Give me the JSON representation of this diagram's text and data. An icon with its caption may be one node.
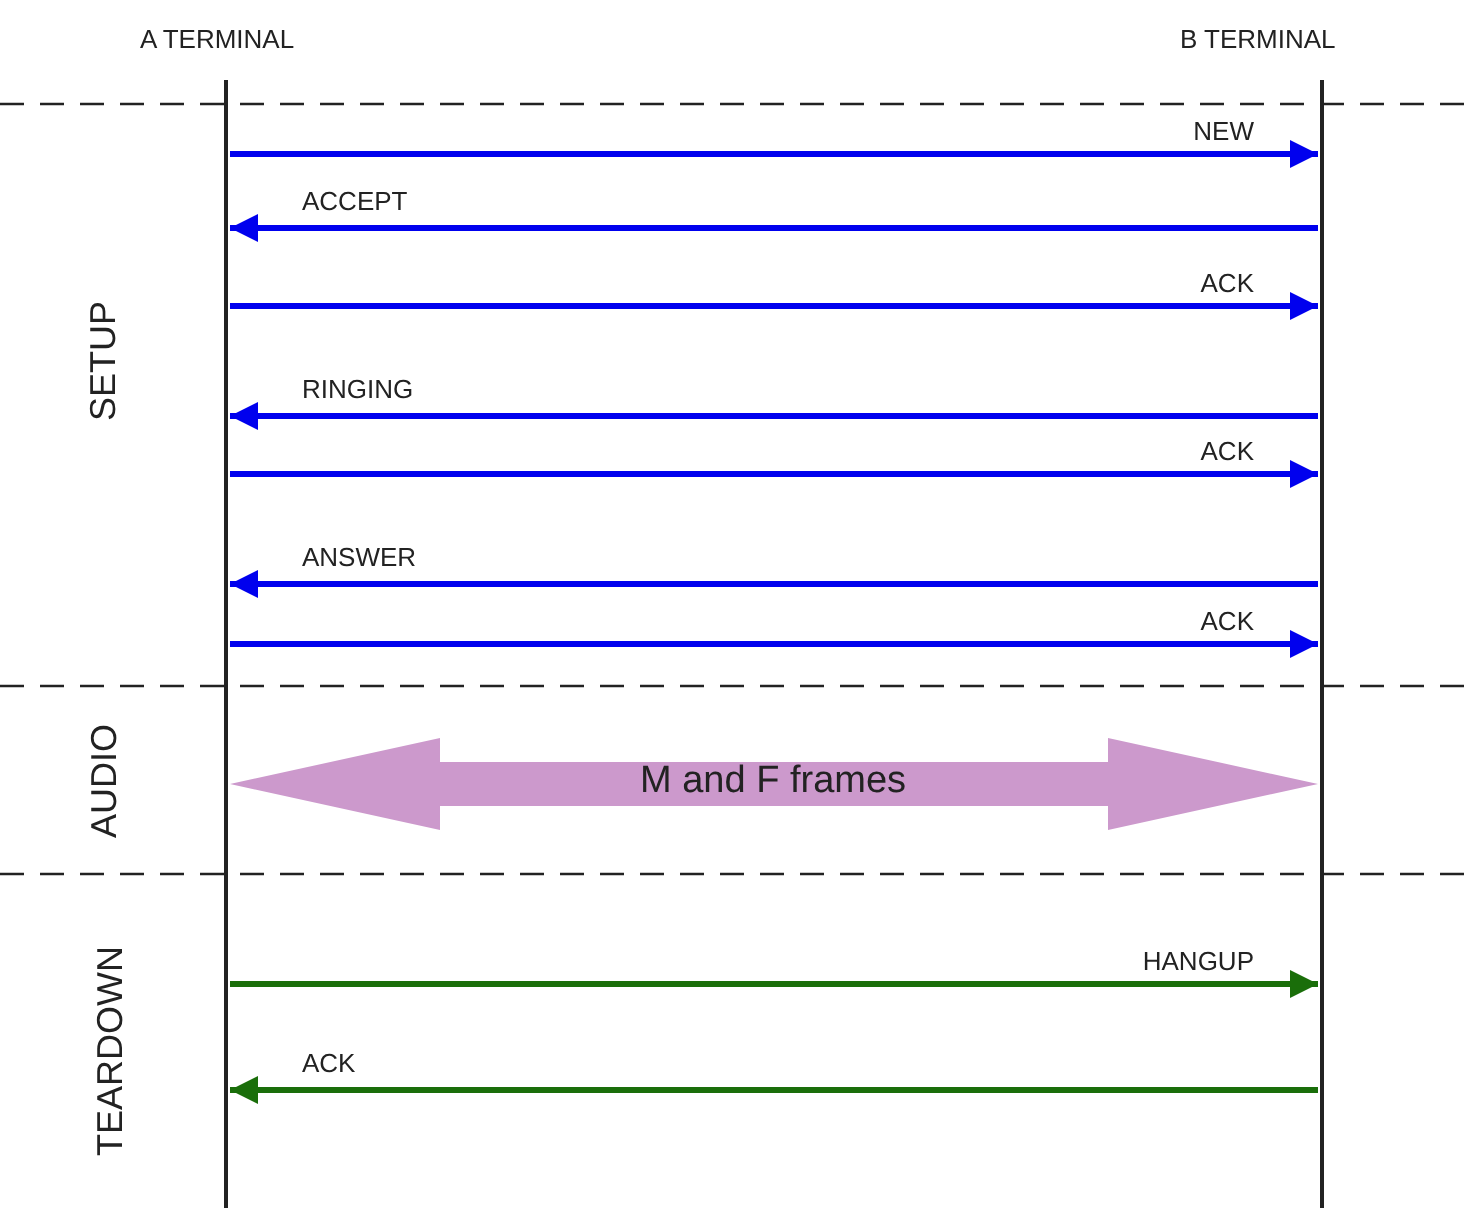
{
  "diagram": {
    "nodes": [
      {
        "text": [
          "A TERMINAL"
        ]
      },
      {
        "text": [
          "B TERMINAL"
        ]
      }
    ],
    "edges": [
      {
        "from": 0,
        "to": 1,
        "arrow": "to",
        "label": "NEW"
      },
      {
        "from": 1,
        "to": 0,
        "arrow": "to",
        "label": "ACCEPT"
      },
      {
        "from": 0,
        "to": 1,
        "arrow": "to",
        "label": "ACK"
      },
      {
        "from": 1,
        "to": 0,
        "arrow": "to",
        "label": "RINGING"
      },
      {
        "from": 0,
        "to": 1,
        "arrow": "to",
        "label": "ACK"
      },
      {
        "from": 1,
        "to": 0,
        "arrow": "to",
        "label": "ANSWER"
      },
      {
        "from": 0,
        "to": 1,
        "arrow": "to",
        "label": "ACK"
      },
      {
        "from": 0,
        "to": 1,
        "arrow": "both",
        "label": "M and F frames",
        "style": "thick",
        "color": "#cc99cc"
      },
      {
        "from": 0,
        "to": 1,
        "arrow": "to",
        "label": "HANGUP",
        "color": "#1a6e0a"
      },
      {
        "from": 1,
        "to": 0,
        "arrow": "to",
        "label": "ACK",
        "color": "#1a6e0a"
      }
    ],
    "labels": [
      "SETUP",
      "AUDIO",
      "TEARDOWN"
    ]
  }
}
